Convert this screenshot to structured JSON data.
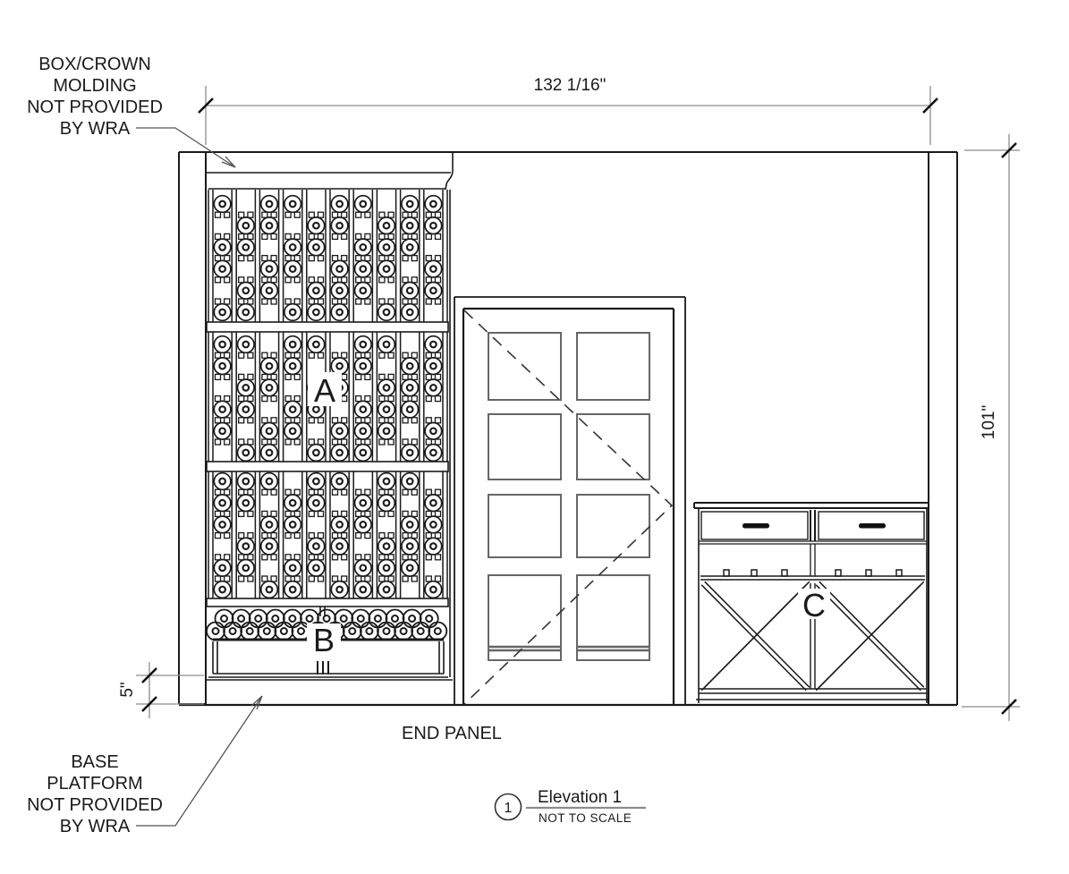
{
  "title_block": {
    "number": "1",
    "name": "Elevation 1",
    "scale": "NOT TO SCALE"
  },
  "dimensions": {
    "width": "132 1/16\"",
    "height": "101\"",
    "base": "5\""
  },
  "component_labels": {
    "rack": "A",
    "bulk_bin": "B",
    "cabinet": "C"
  },
  "annotations": {
    "crown_note": [
      "BOX/CROWN",
      "MOLDING",
      "NOT PROVIDED",
      "BY WRA"
    ],
    "base_note": [
      "BASE",
      "PLATFORM",
      "NOT PROVIDED",
      "BY WRA"
    ],
    "end_panel": "END PANEL"
  },
  "colors": {
    "line": "#1a1a1a",
    "dim_line": "#8c8c8c",
    "panel_line": "#666666",
    "background": "#ffffff"
  }
}
